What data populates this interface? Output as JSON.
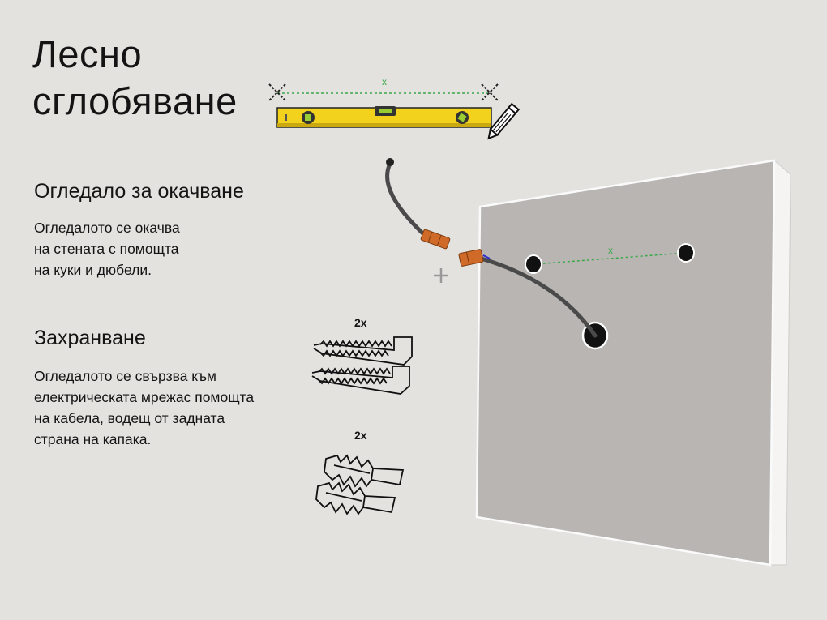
{
  "title": {
    "line1": "Лесно",
    "line2": "сглобяване"
  },
  "hanging": {
    "heading": "Огледало за окачване",
    "lines": [
      "Огледалото се окачва",
      "на стената с помощта",
      "на куки и дюбели."
    ]
  },
  "power": {
    "heading": "Захранване",
    "lines": [
      "Огледалото се свързва към",
      "електрическата мрежас помощта",
      "на кабела, водещ от задната",
      "страна на капака."
    ]
  },
  "hooks": {
    "count": "2x"
  },
  "dowels": {
    "count": "2x"
  },
  "level": {
    "distance_label": "x"
  },
  "mirror": {
    "distance_label": "x"
  },
  "colors": {
    "background": "#e4e2df",
    "mirror_back": "#b8b5b2",
    "level_yellow": "#f2d21c",
    "guide_green": "#3da84a",
    "connector_orange": "#d06a28",
    "cable": "#4a4a4a"
  }
}
